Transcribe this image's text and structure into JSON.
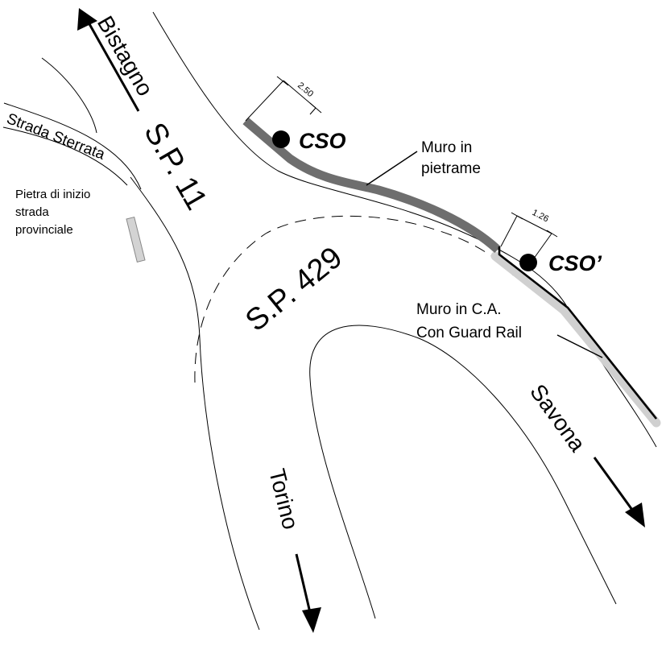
{
  "directions": {
    "bistagno": "Bistagno",
    "torino": "Torino",
    "savona": "Savona"
  },
  "roads": {
    "sp11": "S.P. 11",
    "sp429": "S.P. 429",
    "strada_sterrata": "Strada Sterrata"
  },
  "labels": {
    "pietra_line1": "Pietra di inizio",
    "pietra_line2": "strada",
    "pietra_line3": "provinciale",
    "muro_pietrame_line1": "Muro in",
    "muro_pietrame_line2": "pietrame",
    "muro_ca_line1": "Muro in C.A.",
    "muro_ca_line2": "Con Guard Rail"
  },
  "stations": {
    "cso": "CSO",
    "cso_prime": "CSO’"
  },
  "dimensions": {
    "cso_offset": "2.50",
    "cso_prime_offset": "1.26"
  },
  "colors": {
    "muro_pietrame": "#6e6e6e",
    "muro_ca_shadow": "#d0d0d0",
    "stone_marker": "#d3d3d3"
  }
}
